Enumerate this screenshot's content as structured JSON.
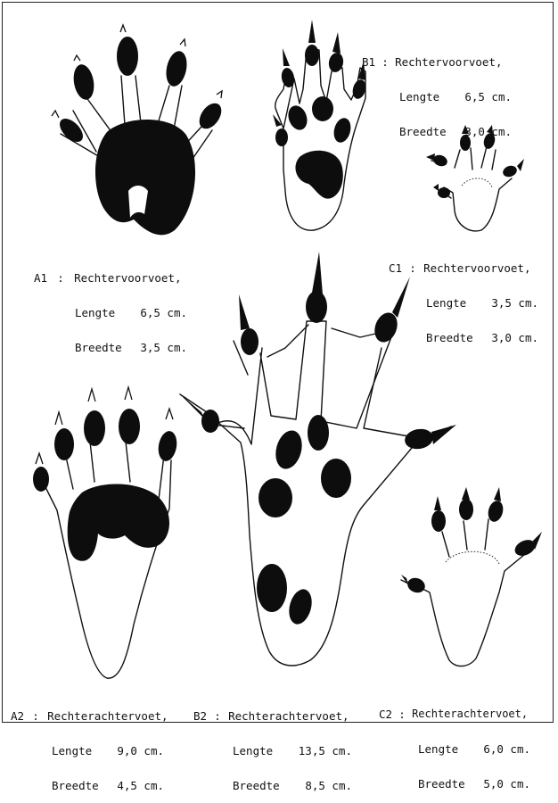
{
  "captions": {
    "A1": {
      "label": "A1",
      "separator": ":",
      "title": "Rechtervoorvoet,",
      "length_key": "Lengte",
      "length_value": "6,5 cm.",
      "width_key": "Breedte",
      "width_value": "3,5 cm."
    },
    "B1": {
      "label": "B1",
      "separator": ":",
      "title": "Rechtervoorvoet,",
      "length_key": "Lengte",
      "length_value": "6,5 cm.",
      "width_key": "Breedte",
      "width_value": "3,0 cm."
    },
    "C1": {
      "label": "C1",
      "separator": ":",
      "title": "Rechtervoorvoet,",
      "length_key": "Lengte",
      "length_value": "3,5 cm.",
      "width_key": "Breedte",
      "width_value": "3,0 cm."
    },
    "A2": {
      "label": "A2",
      "separator": ":",
      "title": "Rechterachtervoet,",
      "length_key": "Lengte",
      "length_value": "9,0 cm.",
      "width_key": "Breedte",
      "width_value": "4,5 cm."
    },
    "B2": {
      "label": "B2",
      "separator": ":",
      "title": "Rechterachtervoet,",
      "length_key": "Lengte",
      "length_value": "13,5 cm.",
      "width_key": "Breedte",
      "width_value": "8,5 cm."
    },
    "C2": {
      "label": "C2",
      "separator": ":",
      "title": "Rechterachtervoet,",
      "length_key": "Lengte",
      "length_value": "6,0 cm.",
      "width_key": "Breedte",
      "width_value": "5,0 cm."
    }
  }
}
